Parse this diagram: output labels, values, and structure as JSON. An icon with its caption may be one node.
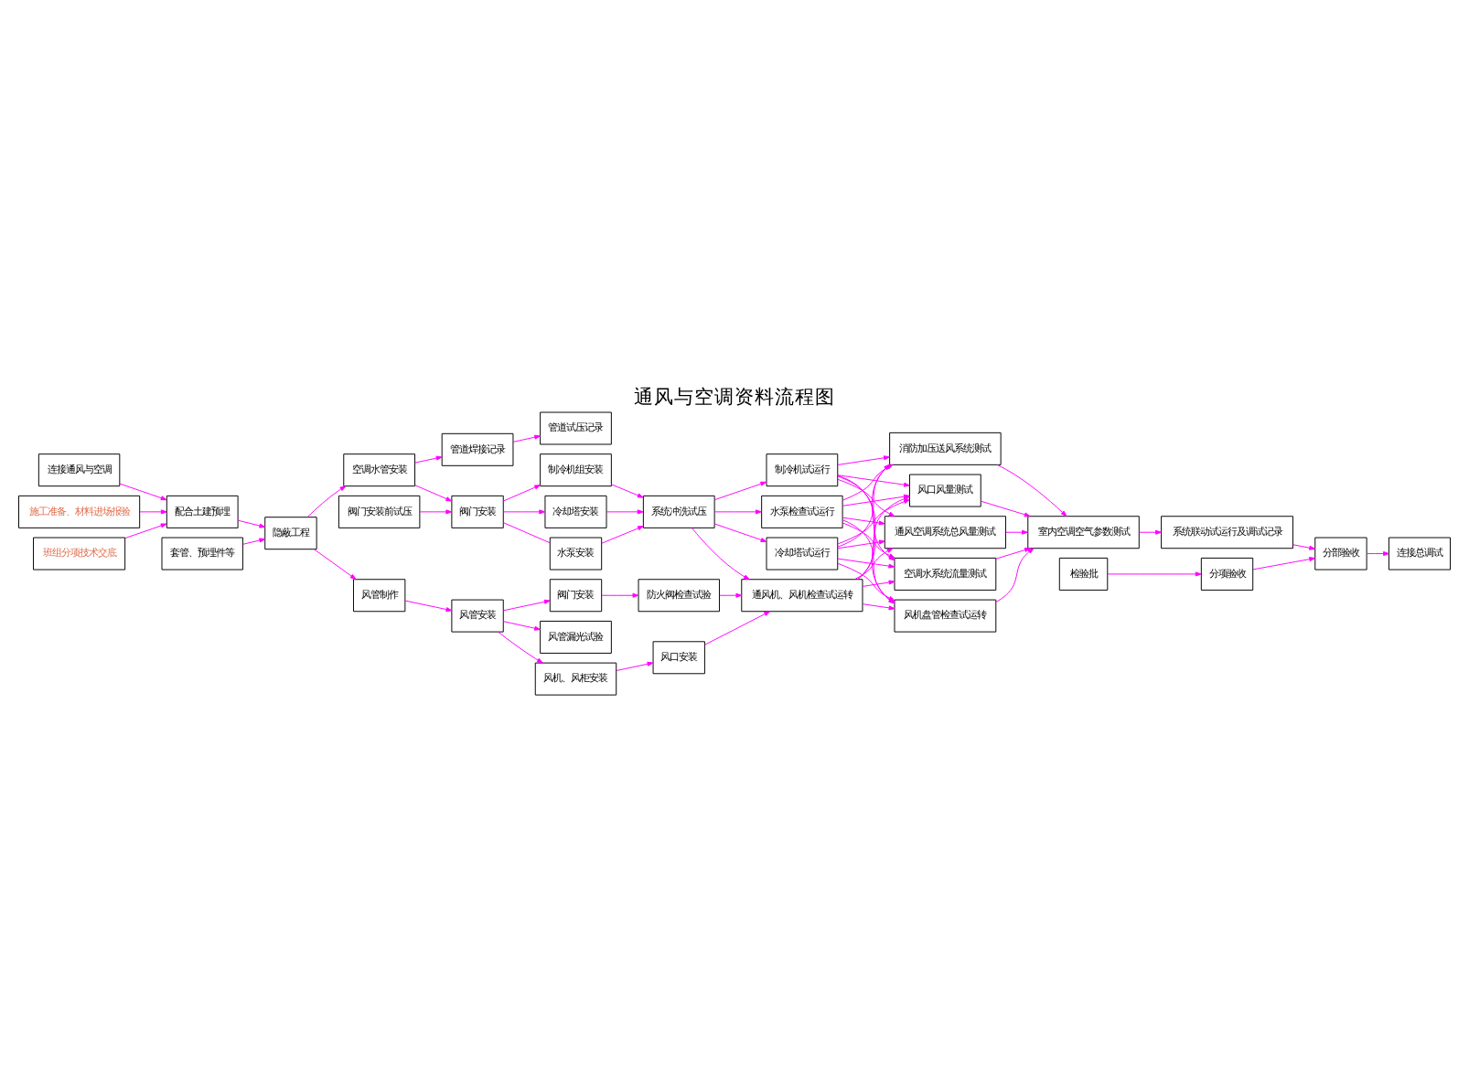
{
  "diagram": {
    "title": "通风与空调资料流程图",
    "nodes": [
      {
        "text": [
          "连接通风与空调"
        ]
      },
      {
        "text": [
          "施工准备、材料进场报验"
        ]
      },
      {
        "text": [
          "配合土建预埋"
        ]
      },
      {
        "text": [
          "班组分项技术交底"
        ]
      },
      {
        "text": [
          "套管、预埋件等"
        ]
      },
      {
        "text": [
          "隐蔽工程"
        ]
      },
      {
        "text": [
          "风管制作"
        ]
      },
      {
        "text": [
          "空调水管安装"
        ]
      },
      {
        "text": [
          "风管漏光试验"
        ]
      },
      {
        "text": [
          "风管安装"
        ]
      },
      {
        "text": [
          "阀门安装"
        ]
      },
      {
        "text": [
          "风机、风柜安装"
        ]
      },
      {
        "text": [
          "防火阀检查试验"
        ]
      },
      {
        "text": [
          "风口安装"
        ]
      },
      {
        "text": [
          "阀门安装"
        ]
      },
      {
        "text": [
          "阀门安装前试压"
        ]
      },
      {
        "text": [
          "管道焊接记录"
        ]
      },
      {
        "text": [
          "管道试压记录"
        ]
      },
      {
        "text": [
          "水泵安装"
        ]
      },
      {
        "text": [
          "制冷机组安装"
        ]
      },
      {
        "text": [
          "冷却塔安装"
        ]
      },
      {
        "text": [
          "系统冲洗试压"
        ]
      },
      {
        "text": [
          "冷却塔试运行"
        ]
      },
      {
        "text": [
          "制冷机试运行"
        ]
      },
      {
        "text": [
          "水泵检查试运行"
        ]
      },
      {
        "text": [
          "通风机、风机检查试运转"
        ]
      },
      {
        "text": [
          "风口风量测试"
        ]
      },
      {
        "text": [
          "通风空调系统总风量测试"
        ]
      },
      {
        "text": [
          "空调水系统流量测试"
        ]
      },
      {
        "text": [
          "风机盘管检查试运转"
        ]
      },
      {
        "text": [
          "消防加压送风系统测试"
        ]
      },
      {
        "text": [
          "室内空调空气参数测试"
        ]
      },
      {
        "text": [
          "系统联动试运行及调试记录"
        ]
      },
      {
        "text": [
          "检验批"
        ]
      },
      {
        "text": [
          "分项验收"
        ]
      },
      {
        "text": [
          "分部验收"
        ]
      },
      {
        "text": [
          "连接总调试"
        ]
      }
    ],
    "edges": [
      {
        "from": 0,
        "to": 2,
        "arrow": "to"
      },
      {
        "from": 1,
        "to": 2,
        "arrow": "to"
      },
      {
        "from": 3,
        "to": 2,
        "arrow": "to"
      },
      {
        "from": 2,
        "to": 5,
        "arrow": "to"
      },
      {
        "from": 4,
        "to": 5,
        "arrow": "to"
      },
      {
        "from": 5,
        "to": 6,
        "arrow": "to"
      },
      {
        "from": 5,
        "to": 7,
        "arrow": "to"
      },
      {
        "from": 6,
        "to": 9,
        "arrow": "to"
      },
      {
        "from": 9,
        "to": 8,
        "arrow": "to"
      },
      {
        "from": 9,
        "to": 10,
        "arrow": "to"
      },
      {
        "from": 9,
        "to": 11,
        "arrow": "to"
      },
      {
        "from": 10,
        "to": 12,
        "arrow": "to"
      },
      {
        "from": 11,
        "to": 13,
        "arrow": "to"
      },
      {
        "from": 7,
        "to": 14,
        "arrow": "to"
      },
      {
        "from": 7,
        "to": 16,
        "arrow": "to"
      },
      {
        "from": 15,
        "to": 14,
        "arrow": "to"
      },
      {
        "from": 16,
        "to": 17,
        "arrow": "to"
      },
      {
        "from": 14,
        "to": 18,
        "arrow": "none"
      },
      {
        "from": 14,
        "to": 19,
        "arrow": "to"
      },
      {
        "from": 14,
        "to": 20,
        "arrow": "to"
      },
      {
        "from": 18,
        "to": 21,
        "arrow": "to"
      },
      {
        "from": 19,
        "to": 21,
        "arrow": "to"
      },
      {
        "from": 20,
        "to": 21,
        "arrow": "to"
      },
      {
        "from": 21,
        "to": 22,
        "arrow": "to"
      },
      {
        "from": 21,
        "to": 23,
        "arrow": "to"
      },
      {
        "from": 21,
        "to": 24,
        "arrow": "to"
      },
      {
        "from": 21,
        "to": 25,
        "arrow": "to"
      },
      {
        "from": 12,
        "to": 25,
        "arrow": "to"
      },
      {
        "from": 13,
        "to": 25,
        "arrow": "to"
      },
      {
        "from": 22,
        "to": 26,
        "arrow": "to"
      },
      {
        "from": 22,
        "to": 27,
        "arrow": "to"
      },
      {
        "from": 22,
        "to": 28,
        "arrow": "to"
      },
      {
        "from": 22,
        "to": 29,
        "arrow": "to"
      },
      {
        "from": 22,
        "to": 30,
        "arrow": "to"
      },
      {
        "from": 23,
        "to": 26,
        "arrow": "to"
      },
      {
        "from": 23,
        "to": 27,
        "arrow": "to"
      },
      {
        "from": 23,
        "to": 28,
        "arrow": "to"
      },
      {
        "from": 23,
        "to": 29,
        "arrow": "to"
      },
      {
        "from": 23,
        "to": 30,
        "arrow": "to"
      },
      {
        "from": 24,
        "to": 26,
        "arrow": "to"
      },
      {
        "from": 24,
        "to": 27,
        "arrow": "to"
      },
      {
        "from": 24,
        "to": 28,
        "arrow": "to"
      },
      {
        "from": 24,
        "to": 29,
        "arrow": "to"
      },
      {
        "from": 24,
        "to": 30,
        "arrow": "to"
      },
      {
        "from": 25,
        "to": 26,
        "arrow": "to"
      },
      {
        "from": 25,
        "to": 27,
        "arrow": "to"
      },
      {
        "from": 25,
        "to": 28,
        "arrow": "to"
      },
      {
        "from": 25,
        "to": 29,
        "arrow": "to"
      },
      {
        "from": 25,
        "to": 30,
        "arrow": "to"
      },
      {
        "from": 26,
        "to": 31,
        "arrow": "to"
      },
      {
        "from": 27,
        "to": 31,
        "arrow": "to"
      },
      {
        "from": 28,
        "to": 31,
        "arrow": "to"
      },
      {
        "from": 29,
        "to": 31,
        "arrow": "to"
      },
      {
        "from": 30,
        "to": 31,
        "arrow": "to"
      },
      {
        "from": 31,
        "to": 32,
        "arrow": "to"
      },
      {
        "from": 32,
        "to": 35,
        "arrow": "to"
      },
      {
        "from": 33,
        "to": 34,
        "arrow": "to"
      },
      {
        "from": 34,
        "to": 35,
        "arrow": "to"
      },
      {
        "from": 35,
        "to": 36,
        "arrow": "to"
      }
    ]
  }
}
